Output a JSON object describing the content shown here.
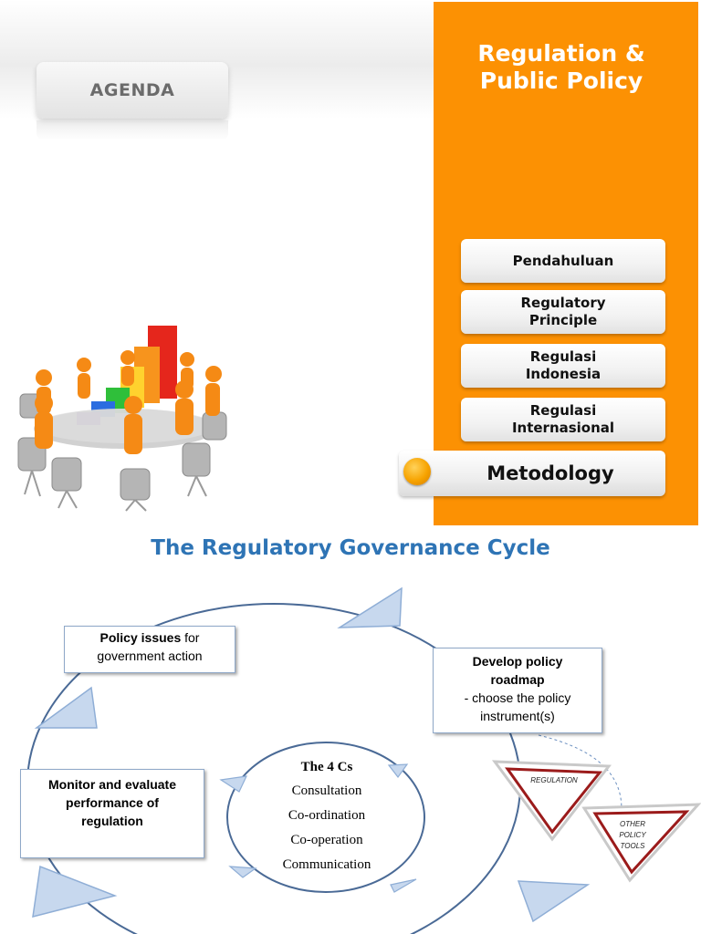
{
  "agenda": {
    "label": "AGENDA"
  },
  "panel": {
    "title_line1": "Regulation &",
    "title_line2": "Public Policy",
    "color": "#fc9103"
  },
  "menu": [
    {
      "lines": [
        "Pendahuluan"
      ]
    },
    {
      "lines": [
        "Regulatory",
        "Principle"
      ]
    },
    {
      "lines": [
        "Regulasi",
        "Indonesia"
      ]
    },
    {
      "lines": [
        "Regulasi",
        "Internasional"
      ]
    },
    {
      "lines": [
        "Metodology"
      ],
      "active": true
    }
  ],
  "cycle": {
    "title": "The Regulatory Governance Cycle",
    "box_policy": {
      "bold": "Policy issues",
      "rest": " for government action"
    },
    "box_develop": {
      "bold_line1": "Develop policy",
      "bold_line2": "roadmap",
      "line3": "- choose the policy",
      "line4": "instrument(s)"
    },
    "box_monitor": {
      "line1": "Monitor and evaluate",
      "line2": "performance of",
      "line3": "regulation"
    },
    "four_cs": {
      "title": "The 4 Cs",
      "items": [
        "Consultation",
        "Co-ordination",
        "Co-operation",
        "Communication"
      ]
    },
    "triangle_regulation": "REGULATION",
    "triangle_other": [
      "OTHER",
      "POLICY",
      "TOOLS"
    ]
  }
}
